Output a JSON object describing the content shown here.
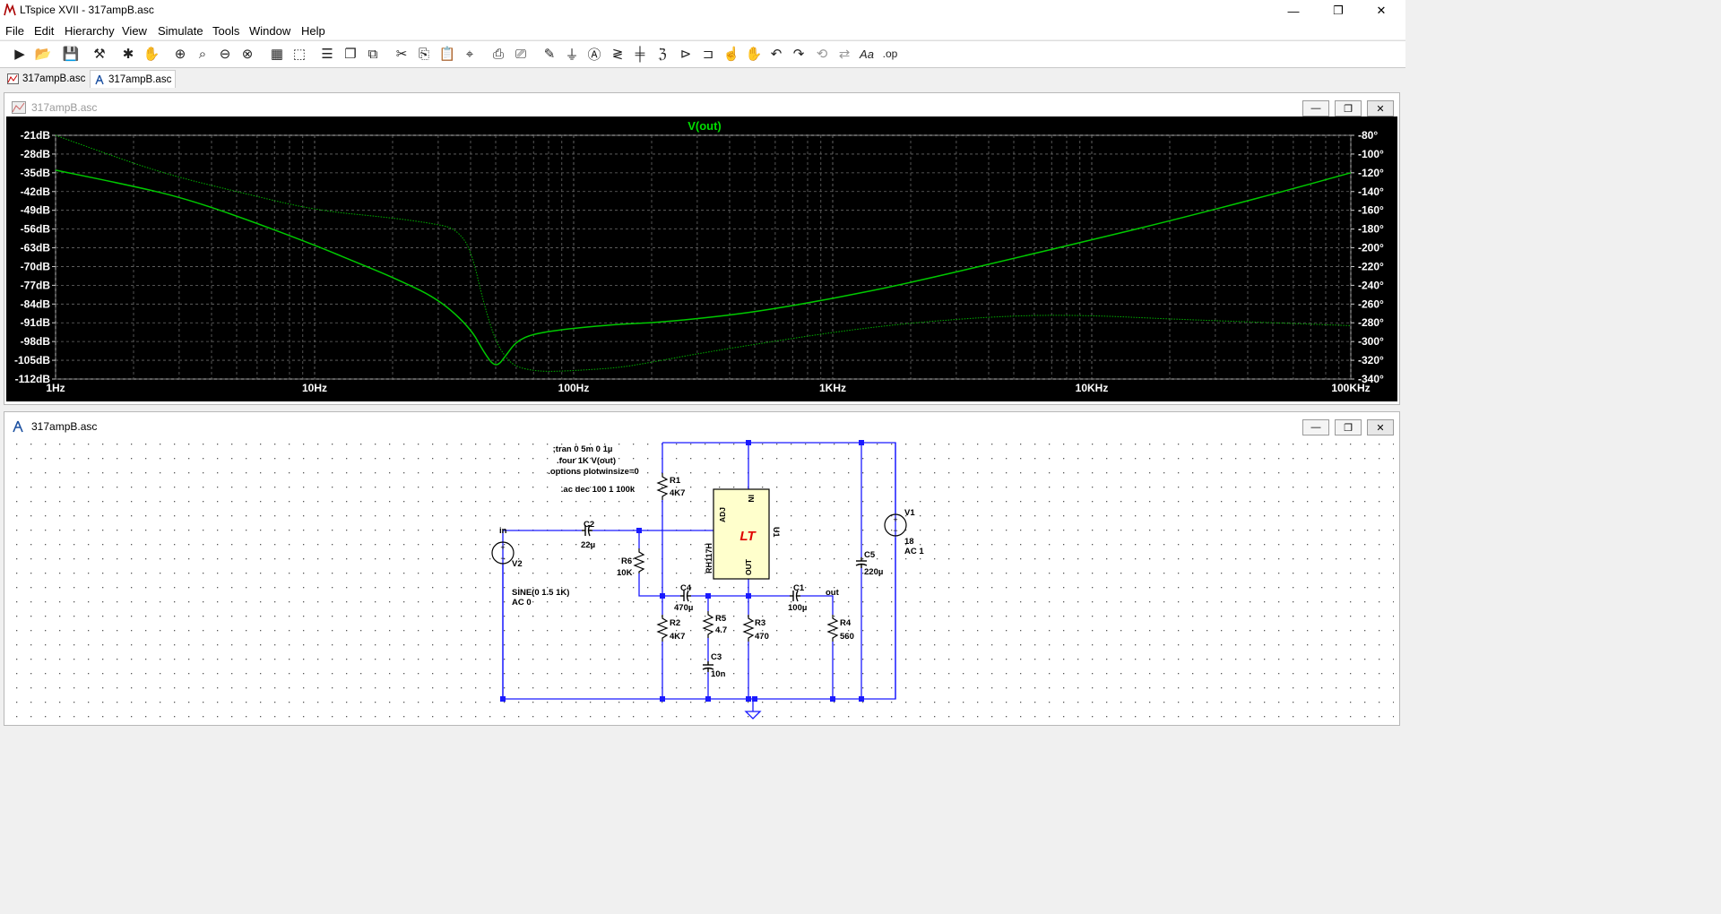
{
  "window": {
    "title": "LTspice XVII - 317ampB.asc",
    "controls": {
      "minimize": "—",
      "maximize": "❐",
      "close": "✕"
    }
  },
  "menu": [
    "File",
    "Edit",
    "Hierarchy",
    "View",
    "Simulate",
    "Tools",
    "Window",
    "Help"
  ],
  "toolbar": {
    "icons": [
      "run-icon",
      "open-icon",
      "save-icon",
      "control-panel-icon",
      "halt-icon",
      "pan-icon",
      "zoom-in-icon",
      "zoom-pan-icon",
      "zoom-out-icon",
      "zoom-fit-icon",
      "autorange-icon",
      "tile-icon",
      "tile-vertical-icon",
      "cascade-icon",
      "close-all-icon",
      "cut-icon",
      "copy-icon",
      "paste-icon",
      "find-icon",
      "print-icon",
      "print-setup-icon",
      "wire-icon",
      "ground-icon",
      "label-icon",
      "resistor-icon",
      "capacitor-icon",
      "inductor-icon",
      "diode-icon",
      "component-icon",
      "move-icon",
      "drag-icon",
      "undo-icon",
      "redo-icon",
      "rotate-icon",
      "mirror-icon",
      "text-icon",
      "spice-directive-icon"
    ],
    "text_label": "Aa",
    "op_label": ".op"
  },
  "tabs": [
    {
      "label": "317ampB.asc",
      "kind": "waveform"
    },
    {
      "label": "317ampB.asc",
      "kind": "schematic"
    }
  ],
  "plot_window": {
    "title": "317ampB.asc"
  },
  "schematic_window": {
    "title": "317ampB.asc"
  },
  "chart_data": {
    "type": "line",
    "title": "V(out)",
    "xscale": "log",
    "xlim": [
      1,
      100000
    ],
    "x_ticks": [
      "1Hz",
      "10Hz",
      "100Hz",
      "1KHz",
      "10KHz",
      "100KHz"
    ],
    "y_left_ticks": [
      "-21dB",
      "-28dB",
      "-35dB",
      "-42dB",
      "-49dB",
      "-56dB",
      "-63dB",
      "-70dB",
      "-77dB",
      "-84dB",
      "-91dB",
      "-98dB",
      "-105dB",
      "-112dB"
    ],
    "y_left_lim": [
      -112,
      -21
    ],
    "y_right_ticks": [
      "-80°",
      "-100°",
      "-120°",
      "-140°",
      "-160°",
      "-180°",
      "-200°",
      "-220°",
      "-240°",
      "-260°",
      "-280°",
      "-300°",
      "-320°",
      "-340°"
    ],
    "y_right_lim": [
      -340,
      -80
    ],
    "series": [
      {
        "kind": "magnitude",
        "color": "#00c800",
        "x": [
          1,
          2,
          3,
          5,
          10,
          15,
          20,
          30,
          40,
          45,
          50,
          55,
          60,
          70,
          100,
          150,
          200,
          300,
          500,
          1000,
          2000,
          5000,
          10000,
          20000,
          50000,
          100000
        ],
        "y": [
          -34,
          -40,
          -44,
          -51,
          -62,
          -69,
          -74,
          -82,
          -93,
          -102,
          -108,
          -103,
          -98,
          -95,
          -93,
          -91.5,
          -91,
          -89.5,
          -87,
          -82,
          -76,
          -67,
          -60,
          -53,
          -43,
          -35
        ]
      },
      {
        "kind": "phase",
        "color": "#00b000",
        "x": [
          1,
          2,
          3,
          5,
          10,
          20,
          30,
          35,
          40,
          45,
          50,
          55,
          60,
          70,
          80,
          100,
          150,
          200,
          300,
          500,
          1000,
          2000,
          5000,
          10000,
          20000,
          50000,
          100000
        ],
        "y": [
          -80,
          -110,
          -125,
          -140,
          -160,
          -168,
          -175,
          -180,
          -200,
          -260,
          -300,
          -318,
          -327,
          -331,
          -332,
          -331,
          -328,
          -322,
          -313,
          -303,
          -290,
          -280,
          -272,
          -272,
          -276,
          -280,
          -283
        ]
      }
    ]
  },
  "schematic": {
    "directives": [
      ";tran 0 5m 0 1µ",
      ".four 1K V(out)",
      ".options plotwinsize=0",
      ".ac dec 100 1 100k"
    ],
    "nets": {
      "in": "in",
      "out": "out"
    },
    "components": {
      "r1": {
        "name": "R1",
        "value": "4K7"
      },
      "r2": {
        "name": "R2",
        "value": "4K7"
      },
      "r3": {
        "name": "R3",
        "value": "470"
      },
      "r4": {
        "name": "R4",
        "value": "560"
      },
      "r5": {
        "name": "R5",
        "value": "4.7"
      },
      "r6": {
        "name": "R6",
        "value": "10K"
      },
      "c1": {
        "name": "C1",
        "value": "100µ"
      },
      "c2": {
        "name": "C2",
        "value": "22µ"
      },
      "c3": {
        "name": "C3",
        "value": "10n"
      },
      "c4": {
        "name": "C4",
        "value": "470µ"
      },
      "c5": {
        "name": "C5",
        "value": "220µ"
      },
      "v1": {
        "name": "V1",
        "value": "18",
        "ac": "AC 1"
      },
      "v2": {
        "name": "V2",
        "value": "SINE(0 1.5 1K)",
        "ac": "AC 0"
      },
      "u1": {
        "name": "U1",
        "part": "RH117H",
        "pin_in": "IN",
        "pin_adj": "ADJ",
        "pin_out": "OUT",
        "logo": "LT"
      }
    }
  }
}
